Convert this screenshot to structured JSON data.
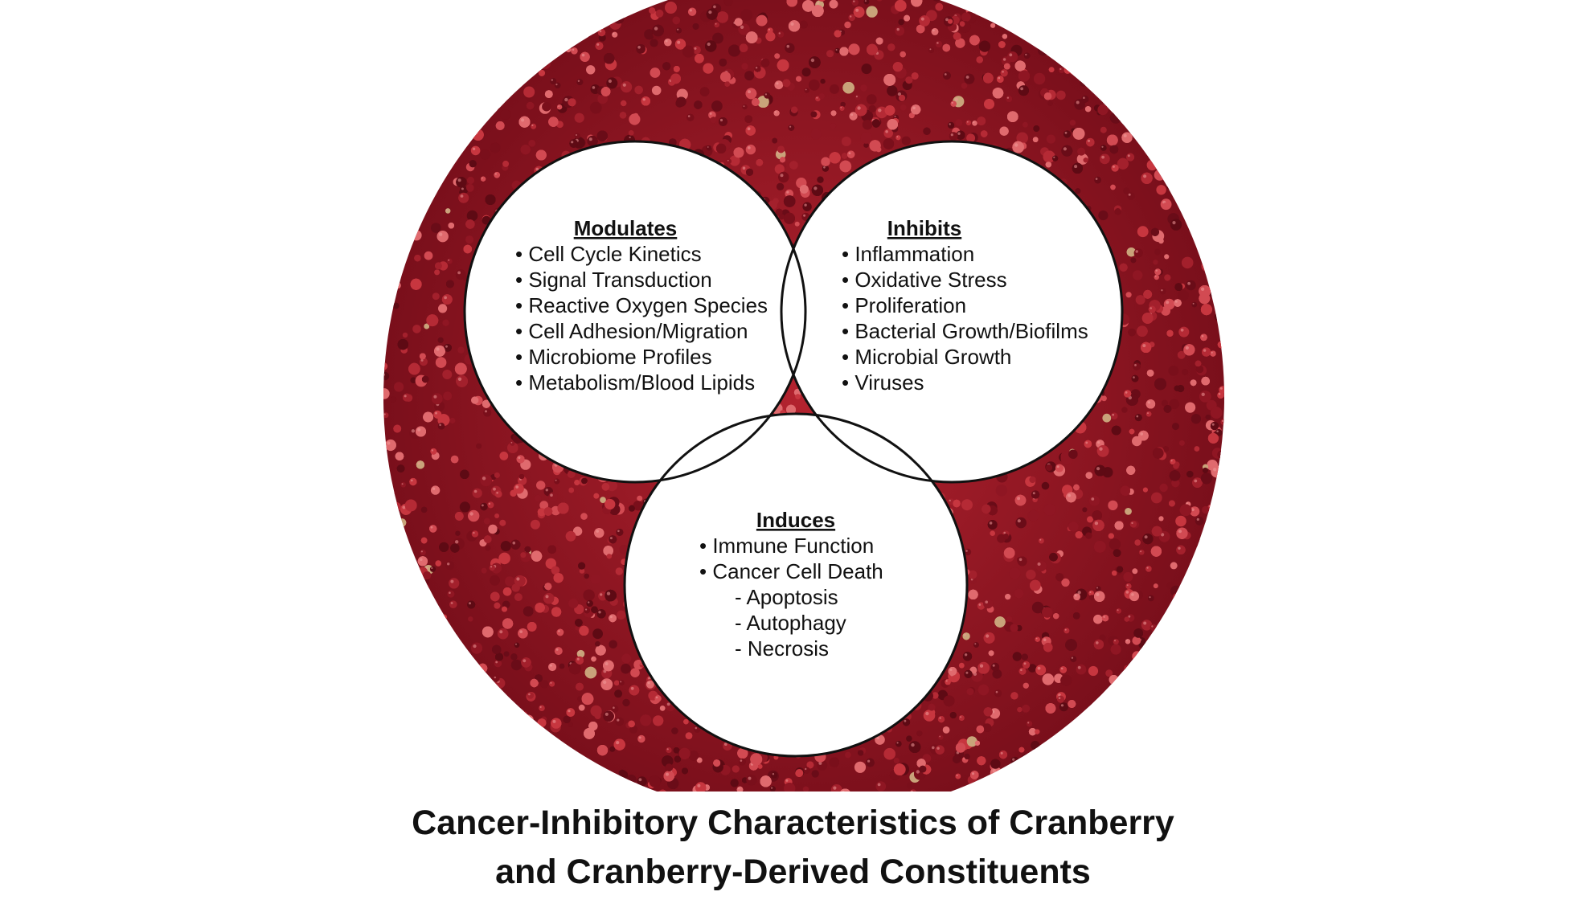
{
  "caption": {
    "line1": "Cancer-Inhibitory Characteristics of Cranberry",
    "line2": "and Cranberry-Derived Constituents"
  },
  "colors": {
    "berry_dark": "#6e0d18",
    "berry_mid": "#a3202c",
    "berry_light": "#d24a52",
    "circle_fill": "#ffffff",
    "circle_stroke": "#111111"
  },
  "background": {
    "description_icon": "cranberry-texture"
  },
  "circles": {
    "modulates": {
      "title": "Modulates",
      "items": [
        "• Cell Cycle Kinetics",
        "• Signal Transduction",
        "• Reactive Oxygen Species",
        "• Cell Adhesion/Migration",
        "• Microbiome Profiles",
        "• Metabolism/Blood Lipids"
      ]
    },
    "inhibits": {
      "title": "Inhibits",
      "items": [
        "• Inflammation",
        "• Oxidative Stress",
        "• Proliferation",
        "• Bacterial Growth/Biofilms",
        "• Microbial Growth",
        "• Viruses"
      ]
    },
    "induces": {
      "title": "Induces",
      "items": [
        "• Immune Function",
        "• Cancer Cell Death",
        "- Apoptosis",
        "- Autophagy",
        "- Necrosis"
      ]
    }
  }
}
